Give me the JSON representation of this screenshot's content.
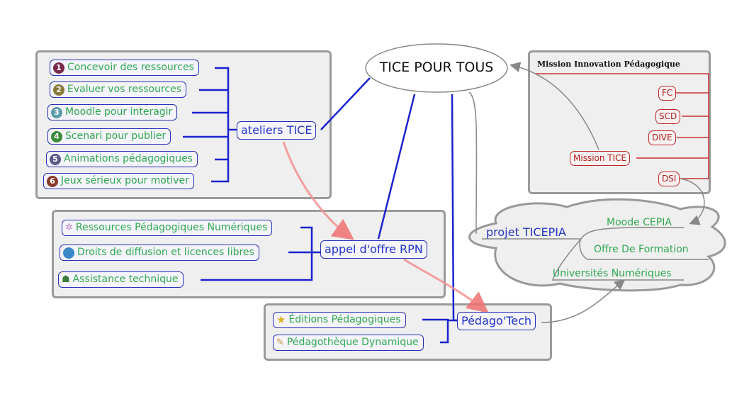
{
  "central": "TICE POUR TOUS",
  "ateliers": {
    "label": "ateliers TICE",
    "items": [
      {
        "num": "1",
        "label": "Concevoir des ressources",
        "color": "#7a2a4a"
      },
      {
        "num": "2",
        "label": "Evaluer vos ressources",
        "color": "#8a7a3a"
      },
      {
        "num": "3",
        "label": "Moodle pour interagir",
        "color": "#5a9aaa"
      },
      {
        "num": "4",
        "label": "Scenari pour publier",
        "color": "#3a8a3a"
      },
      {
        "num": "5",
        "label": "Animations pédagogiques",
        "color": "#5a5a8a"
      },
      {
        "num": "6",
        "label": "Jeux sérieux pour motiver",
        "color": "#8a3a2a"
      }
    ]
  },
  "rpn": {
    "label": "appel d'offre RPN",
    "items": [
      {
        "icon": "network-icon",
        "label": "Ressources Pédagogiques Numériques"
      },
      {
        "icon": "globe-icon",
        "label": "Droits de diffusion et licences libres"
      },
      {
        "icon": "person-icon",
        "label": "Assistance technique"
      }
    ]
  },
  "pedagotech": {
    "label": "Pédago'Tech",
    "items": [
      {
        "icon": "star-icon",
        "label": "Éditions Pédagogiques"
      },
      {
        "icon": "pencil-icon",
        "label": "Pédagothèque Dynamique"
      }
    ]
  },
  "mission": {
    "title": "Mission Innovation Pédagogique",
    "items": [
      "FC",
      "SCD",
      "DIVE",
      "Mission TICE",
      "DSI"
    ]
  },
  "ticepia": {
    "label": "projet TICEPIA",
    "items": [
      "Moode CEPIA",
      "Offre De Formation",
      "Universités Numériques"
    ]
  },
  "colors": {
    "blue": "#1a22d0",
    "green": "#2fa84f",
    "red": "#c02828",
    "pink": "#f08080"
  }
}
